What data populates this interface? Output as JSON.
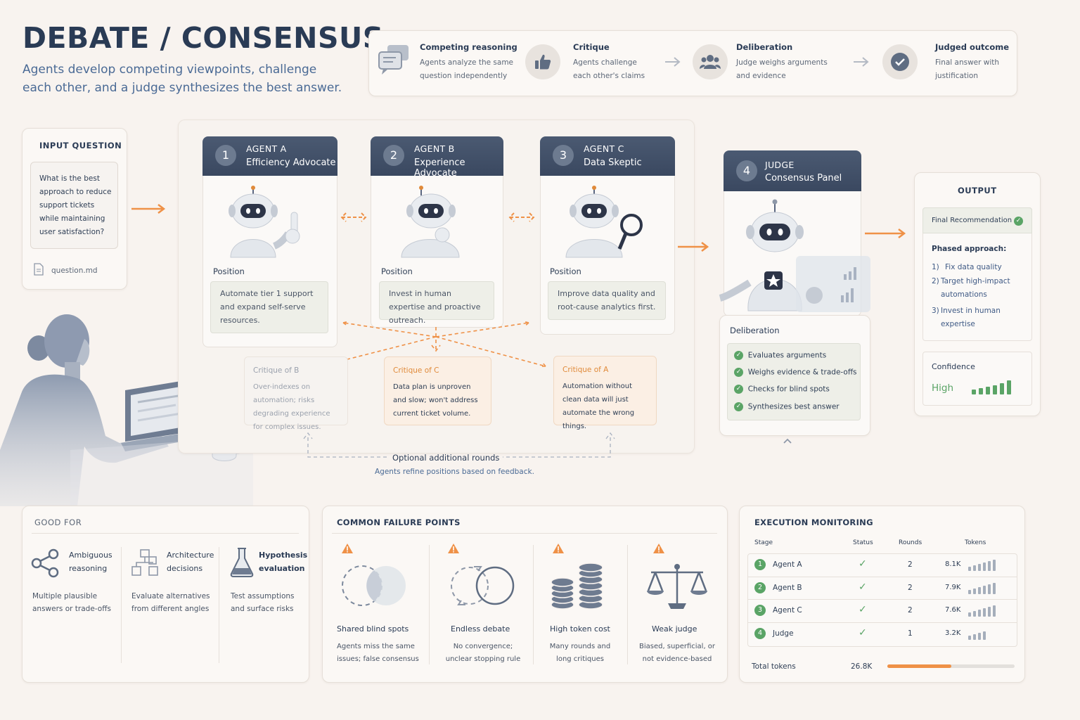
{
  "header": {
    "title": "DEBATE / CONSENSUS",
    "subtitle": "Agents develop competing viewpoints, challenge each other, and a judge synthesizes the best answer."
  },
  "process": [
    {
      "title": "Competing reasoning",
      "desc": "Agents analyze the same question independently",
      "icon": "chat-bubbles-icon"
    },
    {
      "title": "Critique",
      "desc": "Agents challenge each other's claims",
      "icon": "thumbs-up-icon"
    },
    {
      "title": "Deliberation",
      "desc": "Judge weighs arguments and evidence",
      "icon": "group-icon"
    },
    {
      "title": "Judged outcome",
      "desc": "Final answer with justification",
      "icon": "check-circle-icon"
    }
  ],
  "input": {
    "heading": "INPUT QUESTION",
    "question": "What is the best approach to reduce support tickets while maintaining user satisfaction?",
    "file": "question.md"
  },
  "agents": [
    {
      "num": "1",
      "name": "AGENT A",
      "role": "Efficiency Advocate",
      "position_label": "Position",
      "position": "Automate tier 1 support and expand self-serve resources."
    },
    {
      "num": "2",
      "name": "AGENT B",
      "role": "Experience Advocate",
      "position_label": "Position",
      "position": "Invest in human expertise and proactive outreach."
    },
    {
      "num": "3",
      "name": "AGENT C",
      "role": "Data Skeptic",
      "position_label": "Position",
      "position": "Improve data quality and root-cause analytics first."
    }
  ],
  "critiques": [
    {
      "title": "Critique of B",
      "text": "Over-indexes on automation; risks degrading experience for complex issues."
    },
    {
      "title": "Critique of C",
      "text": "Data plan is unproven and slow; won't address current ticket volume."
    },
    {
      "title": "Critique of A",
      "text": "Automation without clean data will just automate the wrong things."
    }
  ],
  "rounds": {
    "title": "Optional additional rounds",
    "desc": "Agents refine positions based on feedback."
  },
  "judge": {
    "num": "4",
    "name": "JUDGE",
    "role": "Consensus Panel",
    "deliberation_heading": "Deliberation",
    "items": [
      "Evaluates arguments",
      "Weighs evidence & trade-offs",
      "Checks for blind spots",
      "Synthesizes best answer"
    ]
  },
  "output": {
    "heading": "OUTPUT",
    "badge": "Final Recommendation",
    "phased_heading": "Phased approach:",
    "steps": [
      {
        "n": "1)",
        "text": "Fix data quality"
      },
      {
        "n": "2)",
        "text": "Target high-impact automations"
      },
      {
        "n": "3)",
        "text": "Invest in human expertise"
      }
    ],
    "confidence_label": "Confidence",
    "confidence_value": "High"
  },
  "good_for": {
    "heading": "GOOD FOR",
    "items": [
      {
        "title": "Ambiguous reasoning",
        "desc": "Multiple plausible answers or trade-offs",
        "icon": "share-nodes-icon"
      },
      {
        "title": "Architecture decisions",
        "desc": "Evaluate alternatives from different angles",
        "icon": "architecture-blocks-icon"
      },
      {
        "title": "Hypothesis evaluation",
        "desc": "Test assumptions and surface risks",
        "icon": "flask-icon"
      }
    ]
  },
  "failures": {
    "heading": "COMMON FAILURE POINTS",
    "items": [
      {
        "title": "Shared blind spots",
        "desc": "Agents miss the same issues; false consensus",
        "icon": "overlap-circles-icon"
      },
      {
        "title": "Endless debate",
        "desc": "No convergence; unclear stopping rule",
        "icon": "loop-circles-icon"
      },
      {
        "title": "High token cost",
        "desc": "Many rounds and long critiques",
        "icon": "coin-stacks-icon"
      },
      {
        "title": "Weak judge",
        "desc": "Biased, superficial, or not evidence-based",
        "icon": "scales-icon"
      }
    ]
  },
  "monitoring": {
    "heading": "EXECUTION MONITORING",
    "columns": [
      "Stage",
      "Status",
      "Rounds",
      "Tokens"
    ],
    "rows": [
      {
        "num": "1",
        "stage": "Agent A",
        "rounds": "2",
        "tokens": "8.1K",
        "bars": 6
      },
      {
        "num": "2",
        "stage": "Agent B",
        "rounds": "2",
        "tokens": "7.9K",
        "bars": 6
      },
      {
        "num": "3",
        "stage": "Agent C",
        "rounds": "2",
        "tokens": "7.6K",
        "bars": 6
      },
      {
        "num": "4",
        "stage": "Judge",
        "rounds": "1",
        "tokens": "3.2K",
        "bars": 4
      }
    ],
    "total_label": "Total tokens",
    "total_value": "26.8K",
    "total_progress": 0.5
  },
  "colors": {
    "navy": "#2a3b55",
    "accent": "#e08a3a",
    "success": "#5aa466"
  }
}
